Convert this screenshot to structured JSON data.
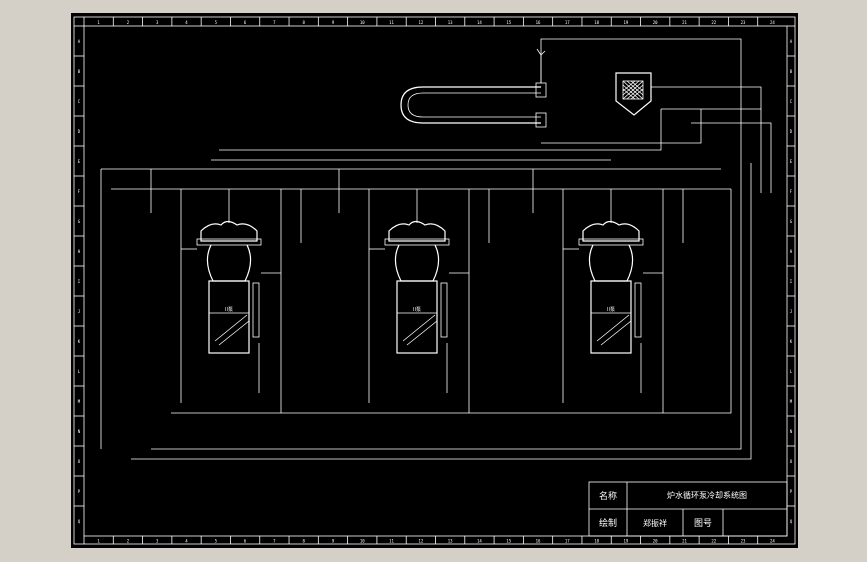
{
  "drawing": {
    "top_ruler": [
      "1",
      "2",
      "3",
      "4",
      "5",
      "6",
      "7",
      "8",
      "9",
      "10",
      "11",
      "12",
      "13",
      "14",
      "15",
      "16",
      "17",
      "18",
      "19",
      "20",
      "21",
      "22",
      "23",
      "24"
    ],
    "left_ruler": [
      "A",
      "B",
      "C",
      "D",
      "E",
      "F",
      "G",
      "H",
      "I",
      "J",
      "K",
      "L",
      "M",
      "N",
      "O",
      "P",
      "Q"
    ],
    "pumps": [
      {
        "label": "II泵"
      },
      {
        "label": "II泵"
      },
      {
        "label": "II泵"
      }
    ],
    "title_block": {
      "name_label": "名称",
      "name_value": "炉水循环泵冷却系统图",
      "draw_label": "绘制",
      "draw_value": "郑振祥",
      "number_label": "图号",
      "number_value": ""
    },
    "colors": {
      "background": "#000000",
      "line": "#ffffff",
      "frame": "#d4d0c8"
    }
  }
}
